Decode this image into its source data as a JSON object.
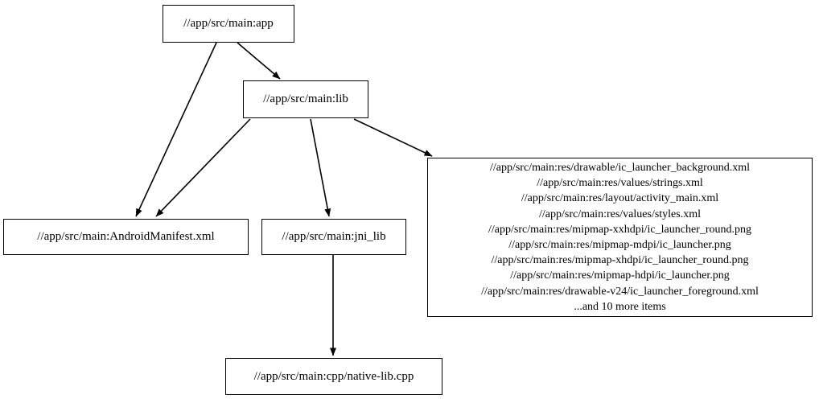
{
  "graph": {
    "type": "directed-dependency-graph",
    "nodes": [
      {
        "id": "app",
        "label": "//app/src/main:app"
      },
      {
        "id": "lib",
        "label": "//app/src/main:lib"
      },
      {
        "id": "manifest",
        "label": "//app/src/main:AndroidManifest.xml"
      },
      {
        "id": "jni_lib",
        "label": "//app/src/main:jni_lib"
      },
      {
        "id": "cpp",
        "label": "//app/src/main:cpp/native-lib.cpp"
      }
    ],
    "res_node": {
      "id": "res_group",
      "lines": [
        "//app/src/main:res/drawable/ic_launcher_background.xml",
        "//app/src/main:res/values/strings.xml",
        "//app/src/main:res/layout/activity_main.xml",
        "//app/src/main:res/values/styles.xml",
        "//app/src/main:res/mipmap-xxhdpi/ic_launcher_round.png",
        "//app/src/main:res/mipmap-mdpi/ic_launcher.png",
        "//app/src/main:res/mipmap-xhdpi/ic_launcher_round.png",
        "//app/src/main:res/mipmap-hdpi/ic_launcher.png",
        "//app/src/main:res/drawable-v24/ic_launcher_foreground.xml",
        "...and 10 more items"
      ]
    },
    "edges": [
      {
        "from": "app",
        "to": "lib"
      },
      {
        "from": "app",
        "to": "manifest"
      },
      {
        "from": "lib",
        "to": "manifest"
      },
      {
        "from": "lib",
        "to": "jni_lib"
      },
      {
        "from": "lib",
        "to": "res_group"
      },
      {
        "from": "jni_lib",
        "to": "cpp"
      }
    ],
    "colors": {
      "background": "#ffffff",
      "node_border": "#000000",
      "node_fill": "#ffffff",
      "edge": "#000000",
      "text": "#000000"
    }
  }
}
